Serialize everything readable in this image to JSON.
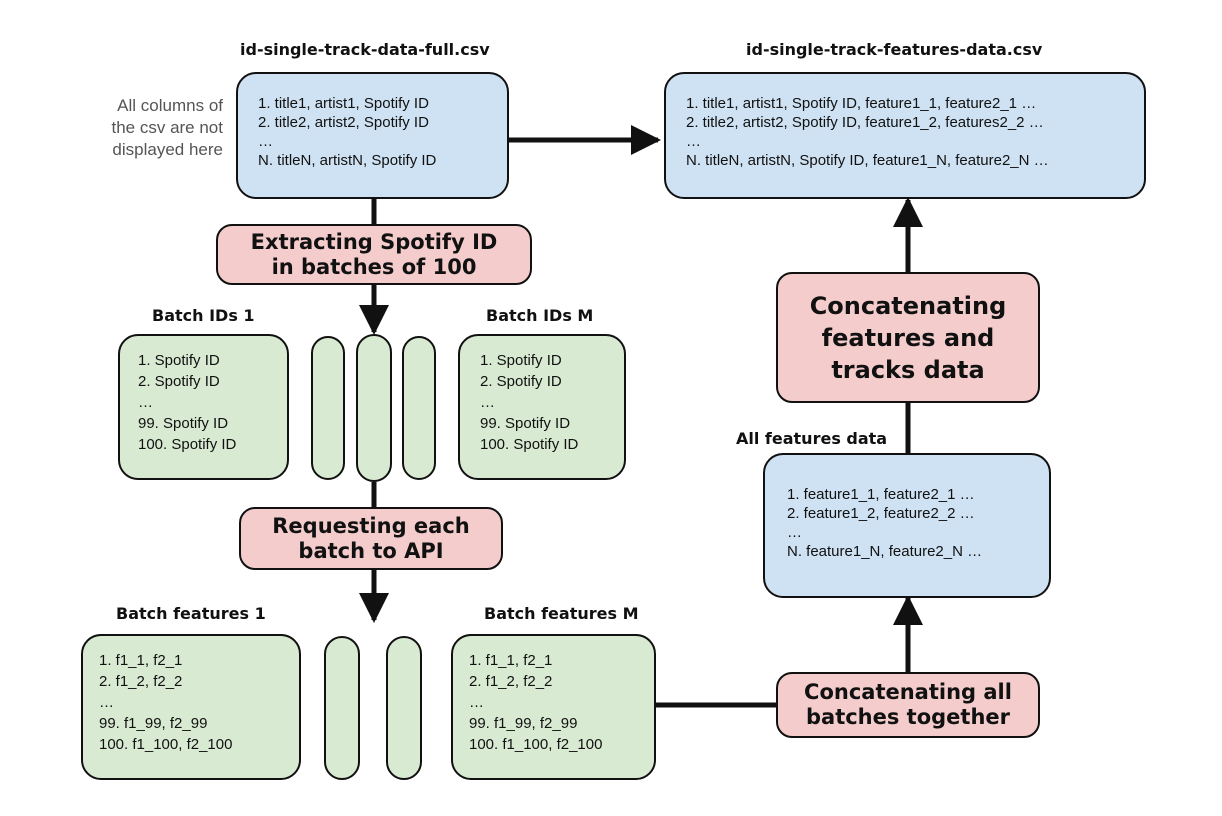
{
  "full_csv": {
    "title": "id-single-track-data-full.csv",
    "lines": [
      "1. title1, artist1, Spotify ID",
      "2. title2, artist2, Spotify ID",
      "…",
      "N. titleN, artistN, Spotify ID"
    ]
  },
  "note": [
    "All columns of",
    "the csv are not",
    "displayed here"
  ],
  "features_csv": {
    "title": "id-single-track-features-data.csv",
    "lines": [
      "1. title1, artist1, Spotify ID, feature1_1, feature2_1 …",
      "2. title2, artist2, Spotify ID, feature1_2, features2_2 …",
      "…",
      "N. titleN, artistN, Spotify ID, feature1_N, feature2_N …"
    ]
  },
  "step_extract": [
    "Extracting Spotify ID",
    "in batches of 100"
  ],
  "batch_ids_1": {
    "title": "Batch IDs 1",
    "lines": [
      "1. Spotify ID",
      "2. Spotify ID",
      "…",
      "99. Spotify ID",
      "100. Spotify ID"
    ]
  },
  "batch_ids_m": {
    "title": "Batch IDs M",
    "lines": [
      "1. Spotify ID",
      "2. Spotify ID",
      "…",
      "99. Spotify ID",
      "100. Spotify ID"
    ]
  },
  "step_request": [
    "Requesting each",
    "batch to API"
  ],
  "batch_feat_1": {
    "title": "Batch features 1",
    "lines": [
      "1. f1_1, f2_1",
      "2.  f1_2, f2_2",
      "…",
      "99. f1_99, f2_99",
      "100. f1_100, f2_100"
    ]
  },
  "batch_feat_m": {
    "title": "Batch features M",
    "lines": [
      "1. f1_1, f2_1",
      "2.  f1_2, f2_2",
      "…",
      "99. f1_99, f2_99",
      "100. f1_100, f2_100"
    ]
  },
  "step_concat_batches": [
    "Concatenating all",
    "batches together"
  ],
  "all_features": {
    "title": "All features data",
    "lines": [
      "1. feature1_1, feature2_1 …",
      "2. feature1_2, feature2_2 …",
      "…",
      "N. feature1_N, feature2_N …"
    ]
  },
  "step_concat_tracks": [
    "Concatenating",
    "features and",
    "tracks data"
  ],
  "colors": {
    "blue": "#cfe2f3",
    "green": "#d9ead3",
    "pink": "#f4cccc",
    "stroke": "#111111"
  }
}
